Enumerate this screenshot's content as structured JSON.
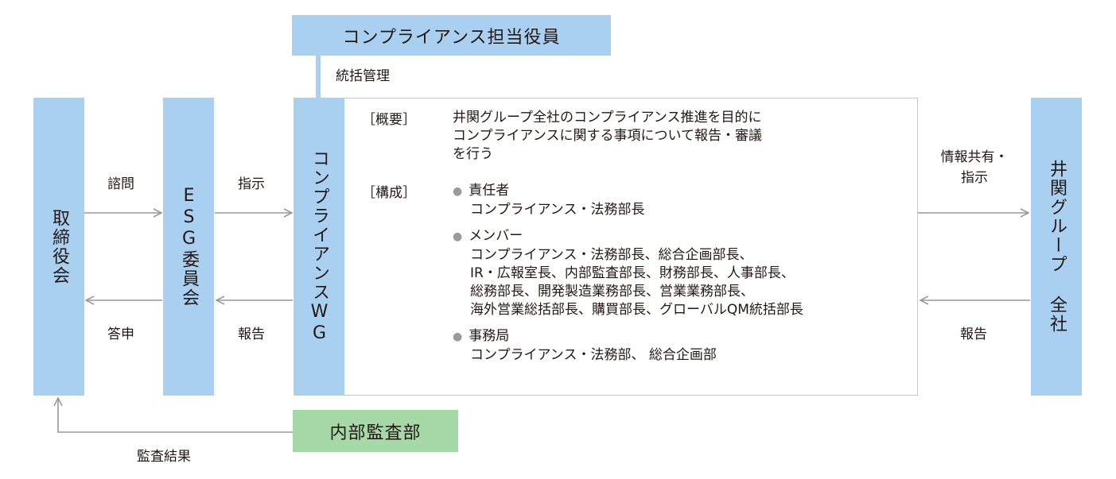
{
  "nodes": {
    "officer": "コンプライアンス担当役員",
    "board": "取締役会",
    "esg": "ESG委員会",
    "wg": "コンプライアンスWG",
    "group": "井関グループ 全社",
    "audit": "内部監査部"
  },
  "edge_labels": {
    "oversight": "統括管理",
    "consult": "諮問",
    "reply": "答申",
    "instruct": "指示",
    "report_wg": "報告",
    "share_line1": "情報共有・",
    "share_line2": "指示",
    "report_group": "報告",
    "audit_result": "監査結果"
  },
  "detail": {
    "overview_tag": "［概要］",
    "overview_lines": [
      "井関グループ全社のコンプライアンス推進を目的に",
      "コンプライアンスに関する事項について報告・審議",
      "を行う"
    ],
    "structure_tag": "［構成］",
    "bullet_symbol": "●",
    "sections": [
      {
        "head": "責任者",
        "lines": [
          "コンプライアンス・法務部長"
        ]
      },
      {
        "head": "メンバー",
        "lines": [
          "コンプライアンス・法務部長、総合企画部長、",
          "IR・広報室長、内部監査部長、財務部長、人事部長、",
          "総務部長、開発製造業務部長、営業業務部長、",
          "海外営業総括部長、購買部長、グローバルQM統括部長"
        ]
      },
      {
        "head": "事務局",
        "lines": [
          "コンプライアンス・法務部、 総合企画部"
        ]
      }
    ]
  },
  "colors": {
    "node_blue": "#a9d0f0",
    "node_green": "#a6d8a8",
    "arrow": "#999999",
    "text": "#231815"
  }
}
